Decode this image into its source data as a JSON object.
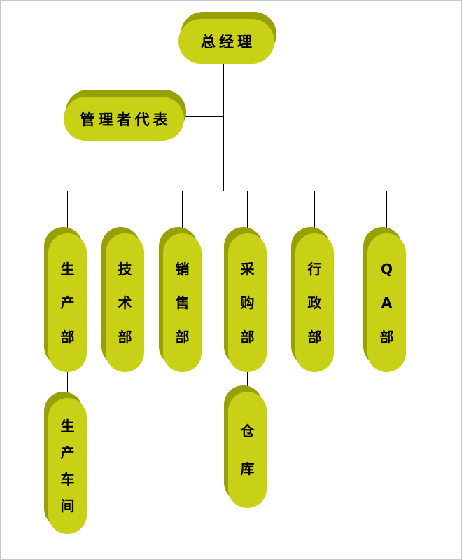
{
  "colors": {
    "face": "#c9d116",
    "shade": "#97a005",
    "line": "#000000",
    "text": "#000000",
    "background": "#ffffff"
  },
  "org_chart": {
    "root": {
      "label": "总经理"
    },
    "staff": {
      "label": "管理者代表",
      "reports_to": "总经理"
    },
    "departments": [
      {
        "label": "生产部",
        "reports_to": "总经理"
      },
      {
        "label": "技术部",
        "reports_to": "总经理"
      },
      {
        "label": "销售部",
        "reports_to": "总经理"
      },
      {
        "label": "采购部",
        "reports_to": "总经理"
      },
      {
        "label": "行政部",
        "reports_to": "总经理"
      },
      {
        "label": "QA部",
        "reports_to": "总经理"
      }
    ],
    "subunits": [
      {
        "label": "生产车间",
        "reports_to": "生产部"
      },
      {
        "label": "仓库",
        "reports_to": "采购部"
      }
    ]
  }
}
